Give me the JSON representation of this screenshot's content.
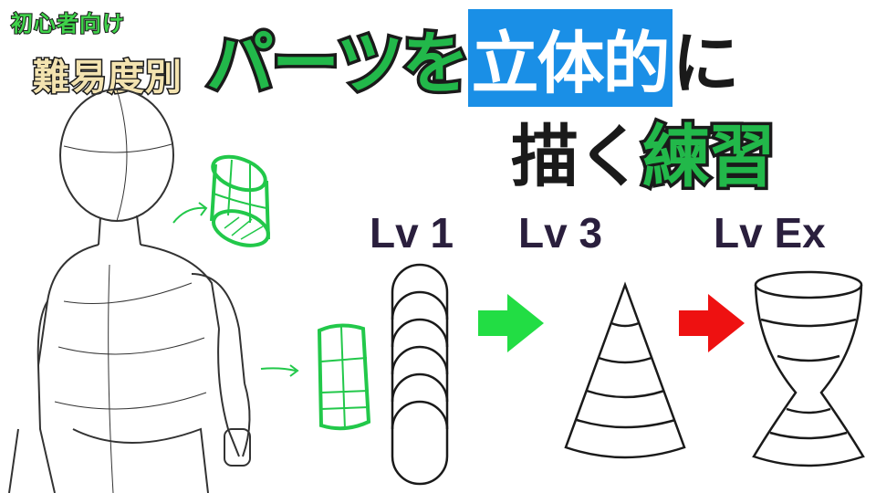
{
  "tags": {
    "beginner": "初心者向け",
    "by_difficulty": "難易度別"
  },
  "title": {
    "line1_green": "パーツを",
    "line1_blue": "立体的",
    "line1_black": "に",
    "line2_black": "描く",
    "line2_green": "練習"
  },
  "levels": {
    "lv1": "Lv 1",
    "lv3": "Lv 3",
    "lvex": "Lv Ex"
  },
  "colors": {
    "accent_green": "#22b84a",
    "accent_blue": "#1a8fe6",
    "arrow_green": "#22dd44",
    "arrow_red": "#ee1111",
    "level_text": "#2a1f3d"
  }
}
